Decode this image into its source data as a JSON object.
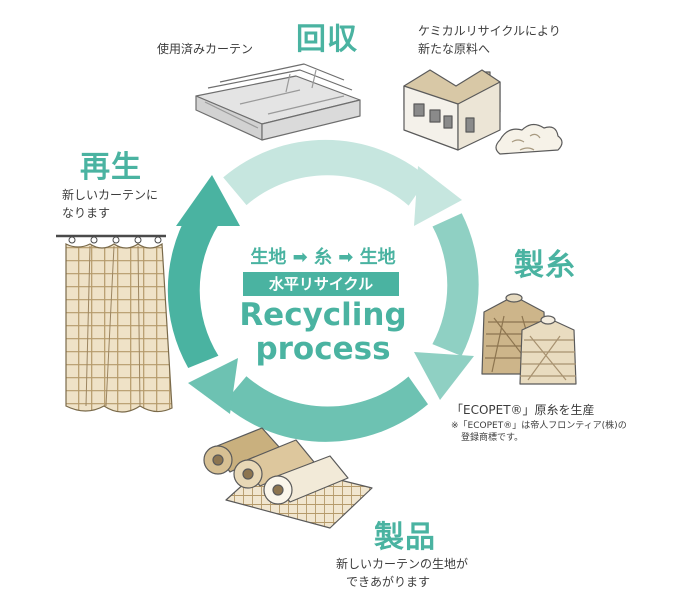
{
  "steps": {
    "collect": {
      "title": "回収",
      "note": "使用済みカーテン"
    },
    "chemical": {
      "note_lines": [
        "ケミカルリサイクルにより",
        "新たな原料へ"
      ]
    },
    "spin": {
      "title": "製糸",
      "note": "「ECOPET®」原糸を生産",
      "footnote_lines": [
        "※「ECOPET®」は帝人フロンティア(株)の",
        "登録商標です。"
      ]
    },
    "product": {
      "title": "製品",
      "note_lines": [
        "新しいカーテンの生地が",
        "できあがります"
      ]
    },
    "regen": {
      "title": "再生",
      "note_lines": [
        "新しいカーテンに",
        "なります"
      ]
    }
  },
  "center": {
    "flow": "生地 ➡ 糸 ➡ 生地",
    "tag": "水平リサイクル",
    "title": "Recycling process"
  },
  "colors": {
    "accent": "#4ab3a1",
    "ring_light": "#c6e6df",
    "ring_mid": "#8fd0c3",
    "ring_dark": "#4ab3a1",
    "fabric_beige": "#e6d3ad",
    "fabric_line": "#b59a6a"
  },
  "icons": [
    "folded-curtain-icon",
    "factory-icon",
    "yarn-cone-icon",
    "fabric-roll-icon",
    "hanging-curtain-icon"
  ]
}
